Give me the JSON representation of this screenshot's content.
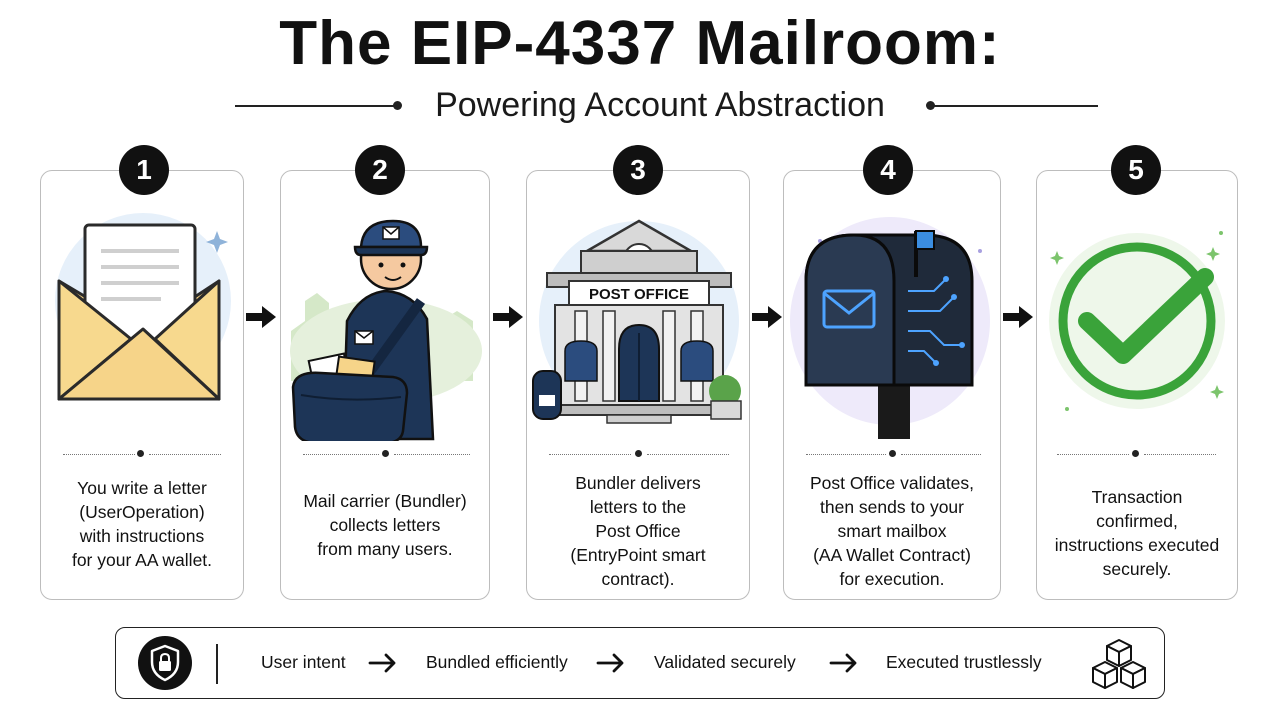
{
  "title": "The EIP-4337 Mailroom:",
  "subtitle": "Powering Account Abstraction",
  "steps": [
    {
      "number": "1",
      "lines": [
        "You write a letter",
        "(UserOperation)",
        "with instructions",
        "for your AA wallet."
      ]
    },
    {
      "number": "2",
      "lines": [
        "Mail carrier (Bundler)",
        "collects letters",
        "from many users."
      ]
    },
    {
      "number": "3",
      "illustration_sign": "POST OFFICE",
      "lines": [
        "Bundler delivers",
        "letters to the",
        "Post Office",
        "(EntryPoint smart",
        "contract)."
      ]
    },
    {
      "number": "4",
      "lines": [
        "Post Office validates,",
        "then sends to your",
        "smart mailbox",
        "(AA Wallet Contract)",
        "for execution."
      ]
    },
    {
      "number": "5",
      "lines": [
        "Transaction",
        "confirmed,",
        "instructions executed",
        "securely."
      ]
    }
  ],
  "flow": [
    "User intent",
    "Bundled efficiently",
    "Validated securely",
    "Executed trustlessly"
  ],
  "icons": [
    "envelope-icon",
    "mail-carrier-icon",
    "post-office-icon",
    "smart-mailbox-icon",
    "checkmark-icon",
    "shield-lock-icon",
    "cubes-icon",
    "arrow-right-icon"
  ],
  "colors": {
    "ink": "#111111",
    "envelope": "#f3cf7f",
    "navy": "#1d3557",
    "check_green": "#3aa33a",
    "glow_blue": "#4da3ff",
    "mailbox_flag": "#3b8de0"
  }
}
